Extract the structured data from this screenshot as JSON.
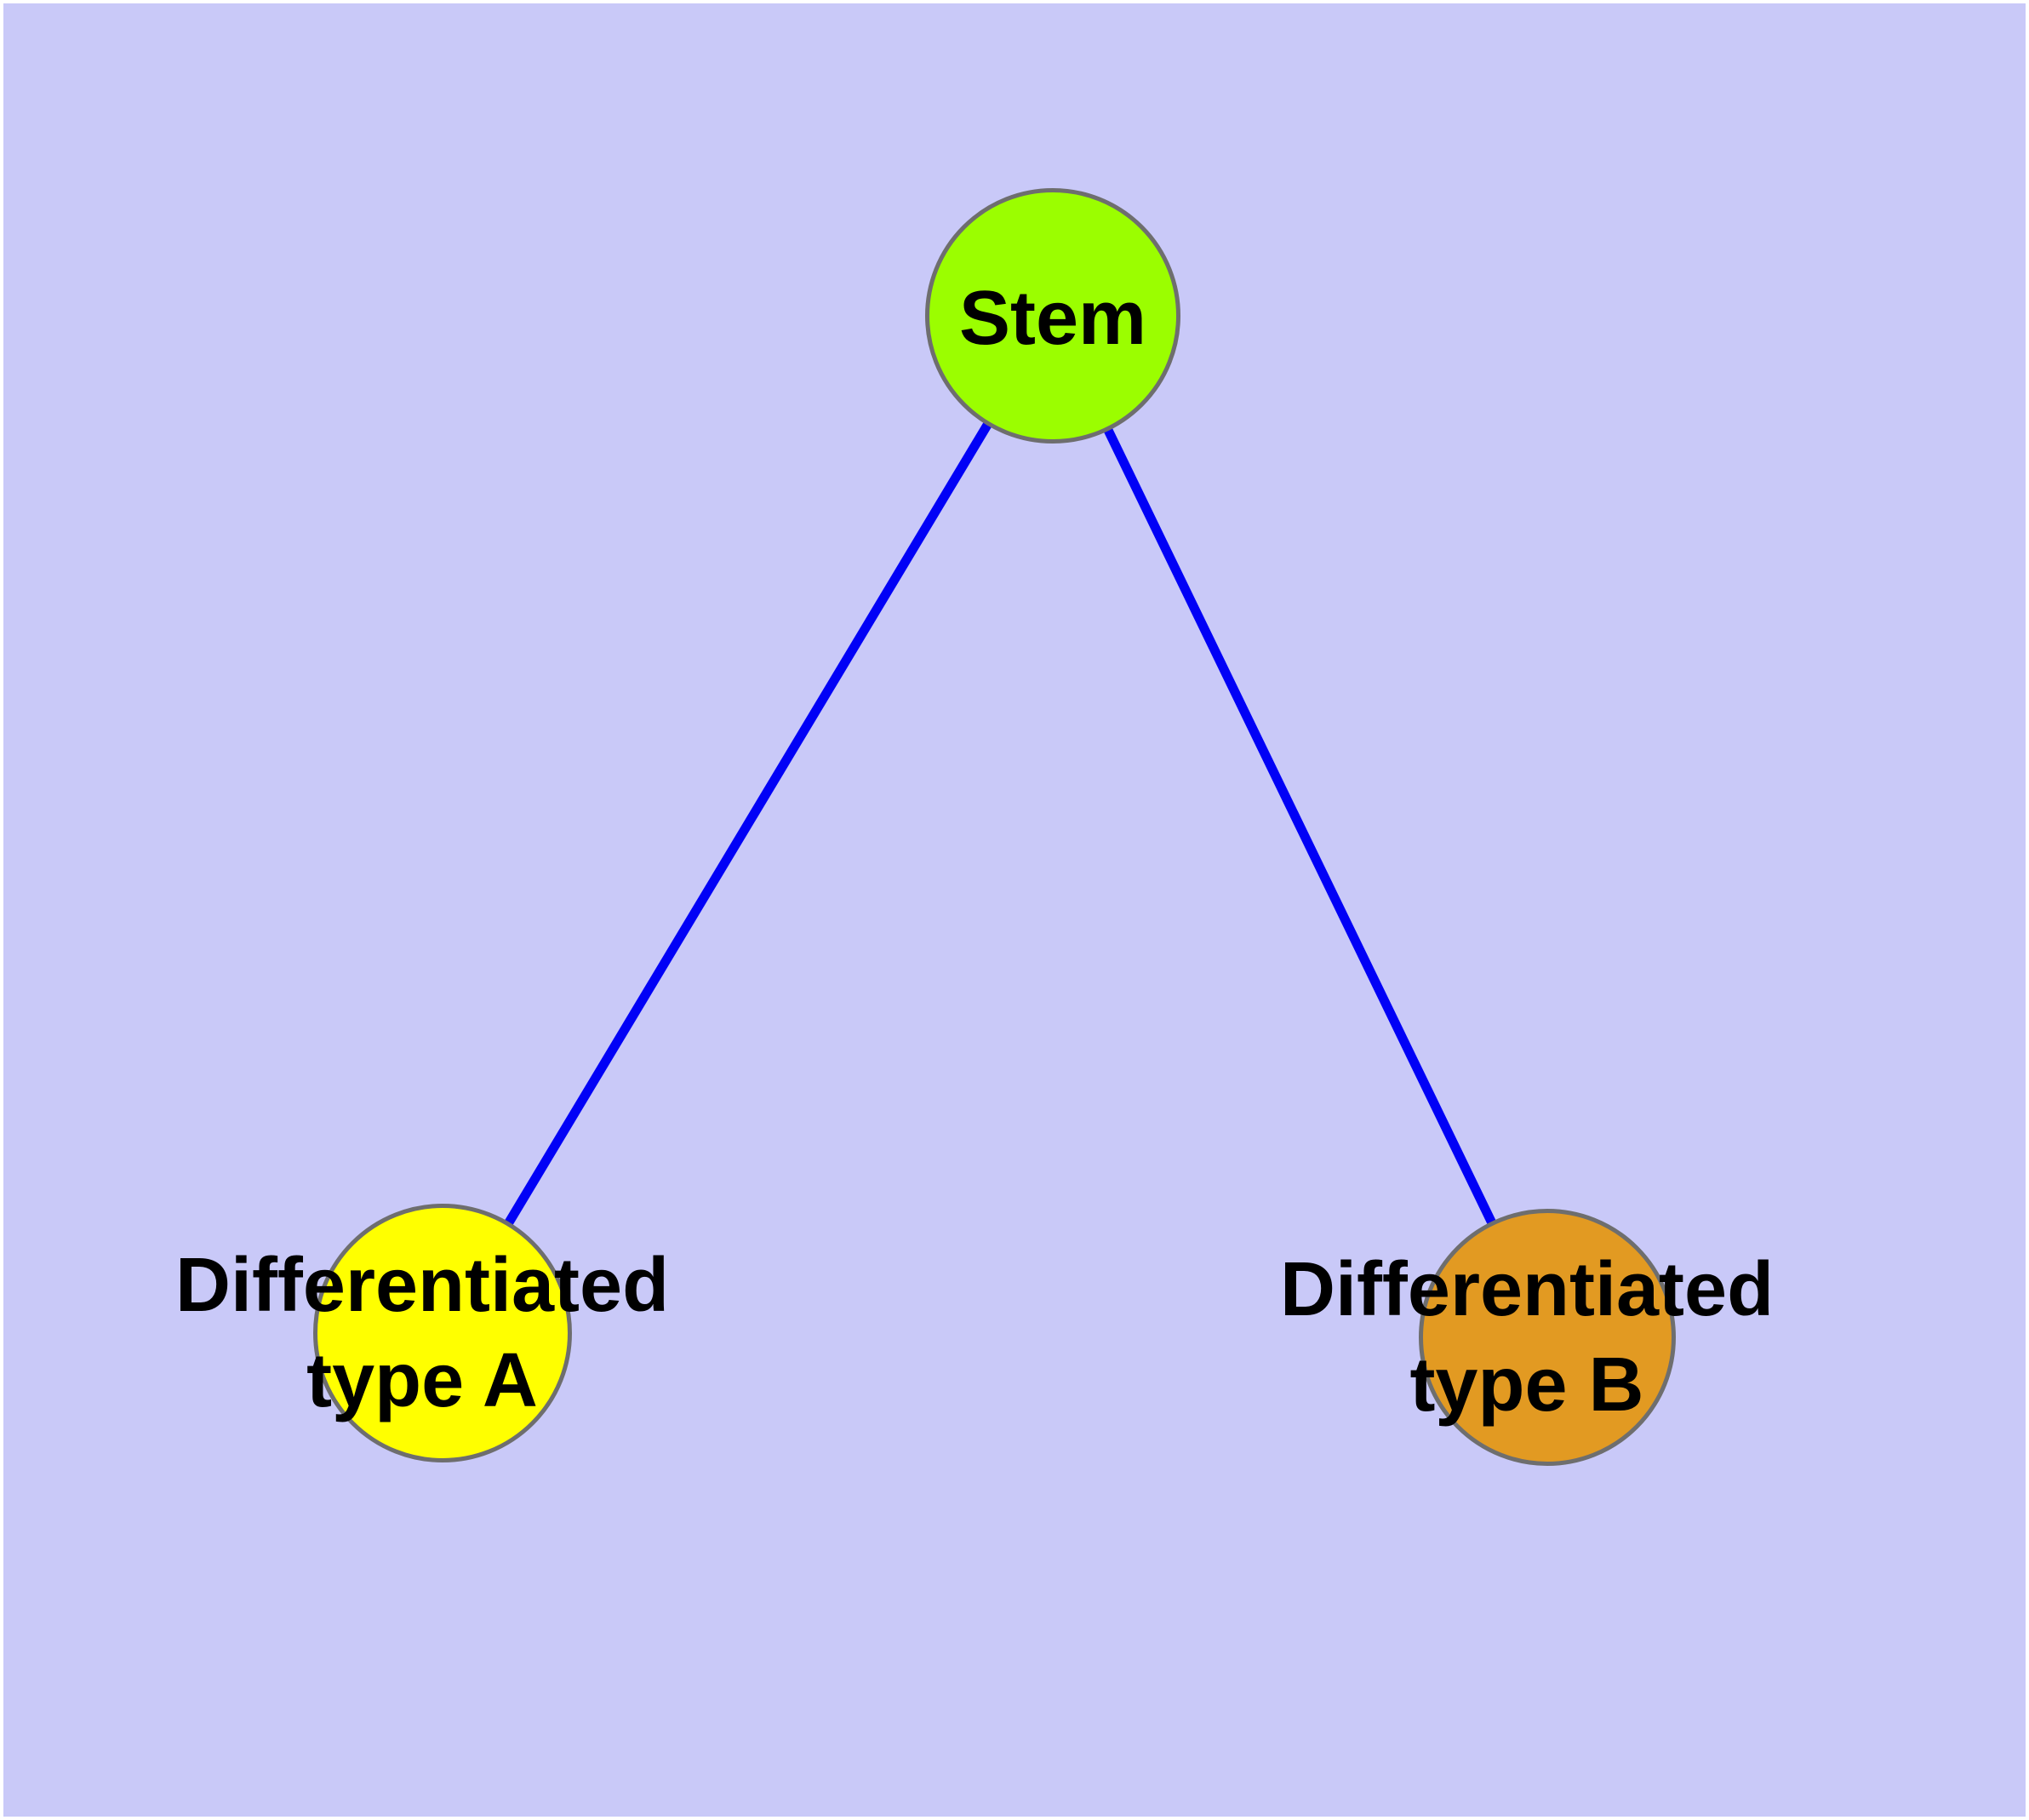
{
  "diagram": {
    "type": "node-link-graph",
    "background_color": "#c9c9f8",
    "frame_color": "#ffffff",
    "edge_color": "#0101f6",
    "node_border_color": "#6e6e6e",
    "text_color": "#000000",
    "nodes": [
      {
        "id": "stem",
        "label": "Stem",
        "label_lines": [
          "Stem"
        ],
        "fill": "#9bfe00"
      },
      {
        "id": "differentiated-type-a",
        "label": "Differentiated type A",
        "label_lines": [
          "Differentiated",
          "type A"
        ],
        "fill": "#ffff00"
      },
      {
        "id": "differentiated-type-b",
        "label": "Differentiated type B",
        "label_lines": [
          "Differentiated",
          "type B"
        ],
        "fill": "#e29a22"
      }
    ],
    "edges": [
      {
        "from": "stem",
        "to": "differentiated-type-a"
      },
      {
        "from": "stem",
        "to": "differentiated-type-b"
      }
    ]
  }
}
